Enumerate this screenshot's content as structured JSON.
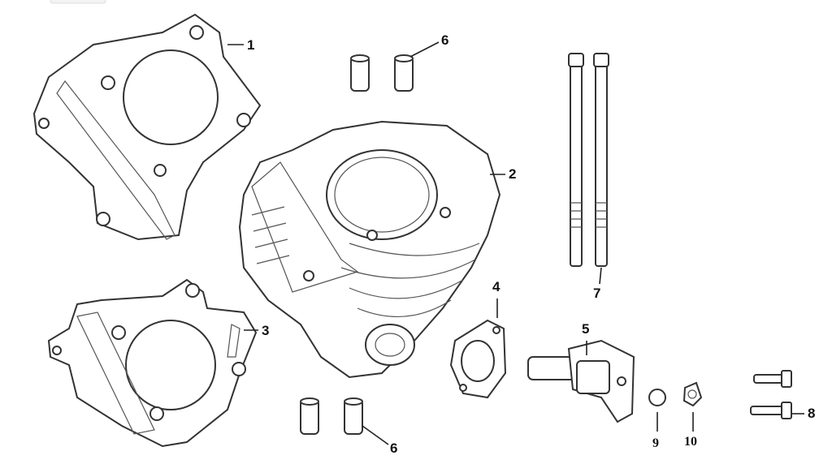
{
  "diagram": {
    "callouts": [
      {
        "id": "c1",
        "text": "1"
      },
      {
        "id": "c2",
        "text": "2"
      },
      {
        "id": "c3",
        "text": "3"
      },
      {
        "id": "c4",
        "text": "4"
      },
      {
        "id": "c5",
        "text": "5"
      },
      {
        "id": "c6a",
        "text": "6"
      },
      {
        "id": "c6b",
        "text": "6"
      },
      {
        "id": "c7",
        "text": "7"
      },
      {
        "id": "c8",
        "text": "8"
      },
      {
        "id": "c9",
        "text": "9"
      },
      {
        "id": "c10",
        "text": "10"
      }
    ]
  }
}
